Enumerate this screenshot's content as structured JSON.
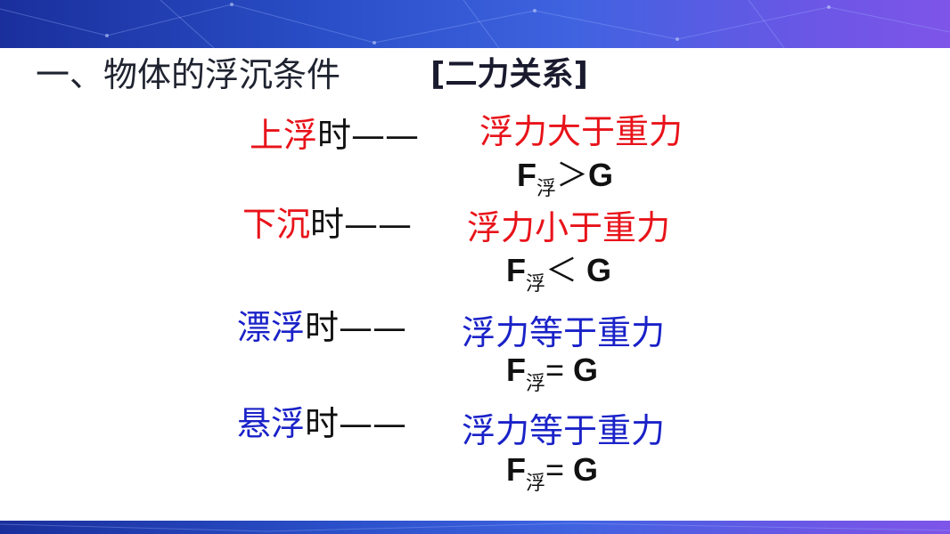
{
  "colors": {
    "band_start": "#1a2f9c",
    "band_end": "#7e55e8",
    "red": "#e8131a",
    "blue": "#1a22c8"
  },
  "heading": {
    "title": "一、物体的浮沉条件",
    "tag": "[二力关系]"
  },
  "rows": [
    {
      "state_a": "上浮",
      "state_b": "时——",
      "relation": "浮力大于重力",
      "f": "F",
      "sub": "浮",
      "op": "＞",
      "g": "G"
    },
    {
      "state_a": "下沉",
      "state_b": "时——",
      "relation": "浮力小于重力",
      "f": "F",
      "sub": "浮",
      "op": "＜ ",
      "g": "G"
    },
    {
      "state_a": "漂浮",
      "state_b": "时——",
      "relation": "浮力等于重力",
      "f": "F",
      "sub": "浮",
      "op": "= ",
      "g": "G"
    },
    {
      "state_a": "悬浮",
      "state_b": "时——",
      "relation": "浮力等于重力",
      "f": "F",
      "sub": "浮",
      "op": "= ",
      "g": "G"
    }
  ]
}
